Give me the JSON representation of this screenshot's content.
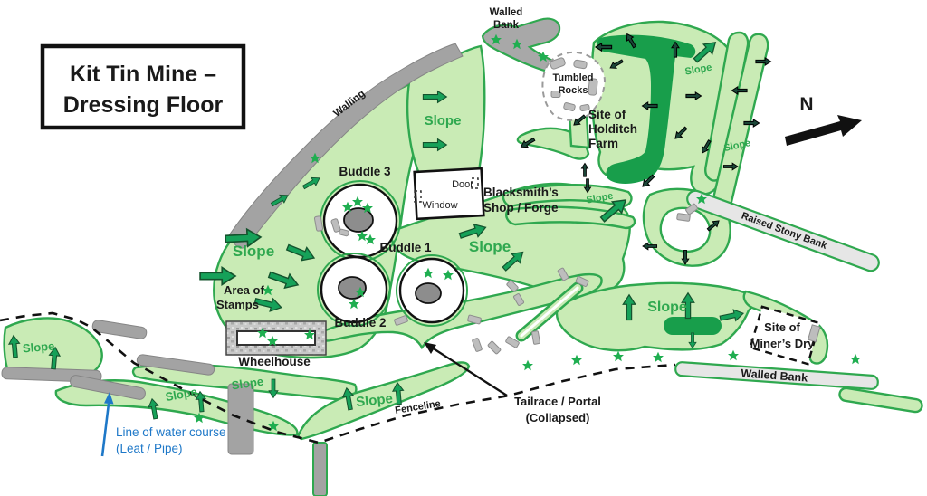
{
  "title": {
    "line1": "Kit Tin Mine –",
    "line2": "Dressing Floor"
  },
  "labels": {
    "slope": "Slope",
    "walling": "Walling",
    "walled_bank_top_line1": "Walled",
    "walled_bank_top_line2": "Bank",
    "tumbled_rocks_line1": "Tumbled",
    "tumbled_rocks_line2": "Rocks",
    "holditch_line1": "Site of",
    "holditch_line2": "Holditch",
    "holditch_line3": "Farm",
    "buddle1": "Buddle 1",
    "buddle2": "Buddle 2",
    "buddle3": "Buddle 3",
    "area_of_stamps_line1": "Area of",
    "area_of_stamps_line2": "Stamps",
    "wheelhouse": "Wheelhouse",
    "blacksmith_line1": "Blacksmith’s",
    "blacksmith_line2": "Shop / Forge",
    "door": "Door",
    "window": "Window",
    "north": "N",
    "raised_stony_bank": "Raised Stony Bank",
    "miners_dry_line1": "Site of",
    "miners_dry_line2": "Miner’s Dry",
    "walled_bank_bottom": "Walled Bank",
    "tailrace_line1": "Tailrace / Portal",
    "tailrace_line2": "(Collapsed)",
    "fenceline": "Fenceline",
    "water_course_line1": "Line of water course",
    "water_course_line2": "(Leat / Pipe)"
  },
  "colors": {
    "map_green_light": "#c9ebb5",
    "map_green_outline": "#2fa84f",
    "map_green_dark": "#189e4b",
    "arrow_green": "#16a159",
    "arrow_dark": "#1b4638",
    "star_green": "#1fae50",
    "wall_gray": "#a3a3a3",
    "bank_gray": "#e6e6e6",
    "rock_gray": "#bdbdbd",
    "water_blue": "#1e78c8",
    "text_black": "#1a1a1a"
  }
}
